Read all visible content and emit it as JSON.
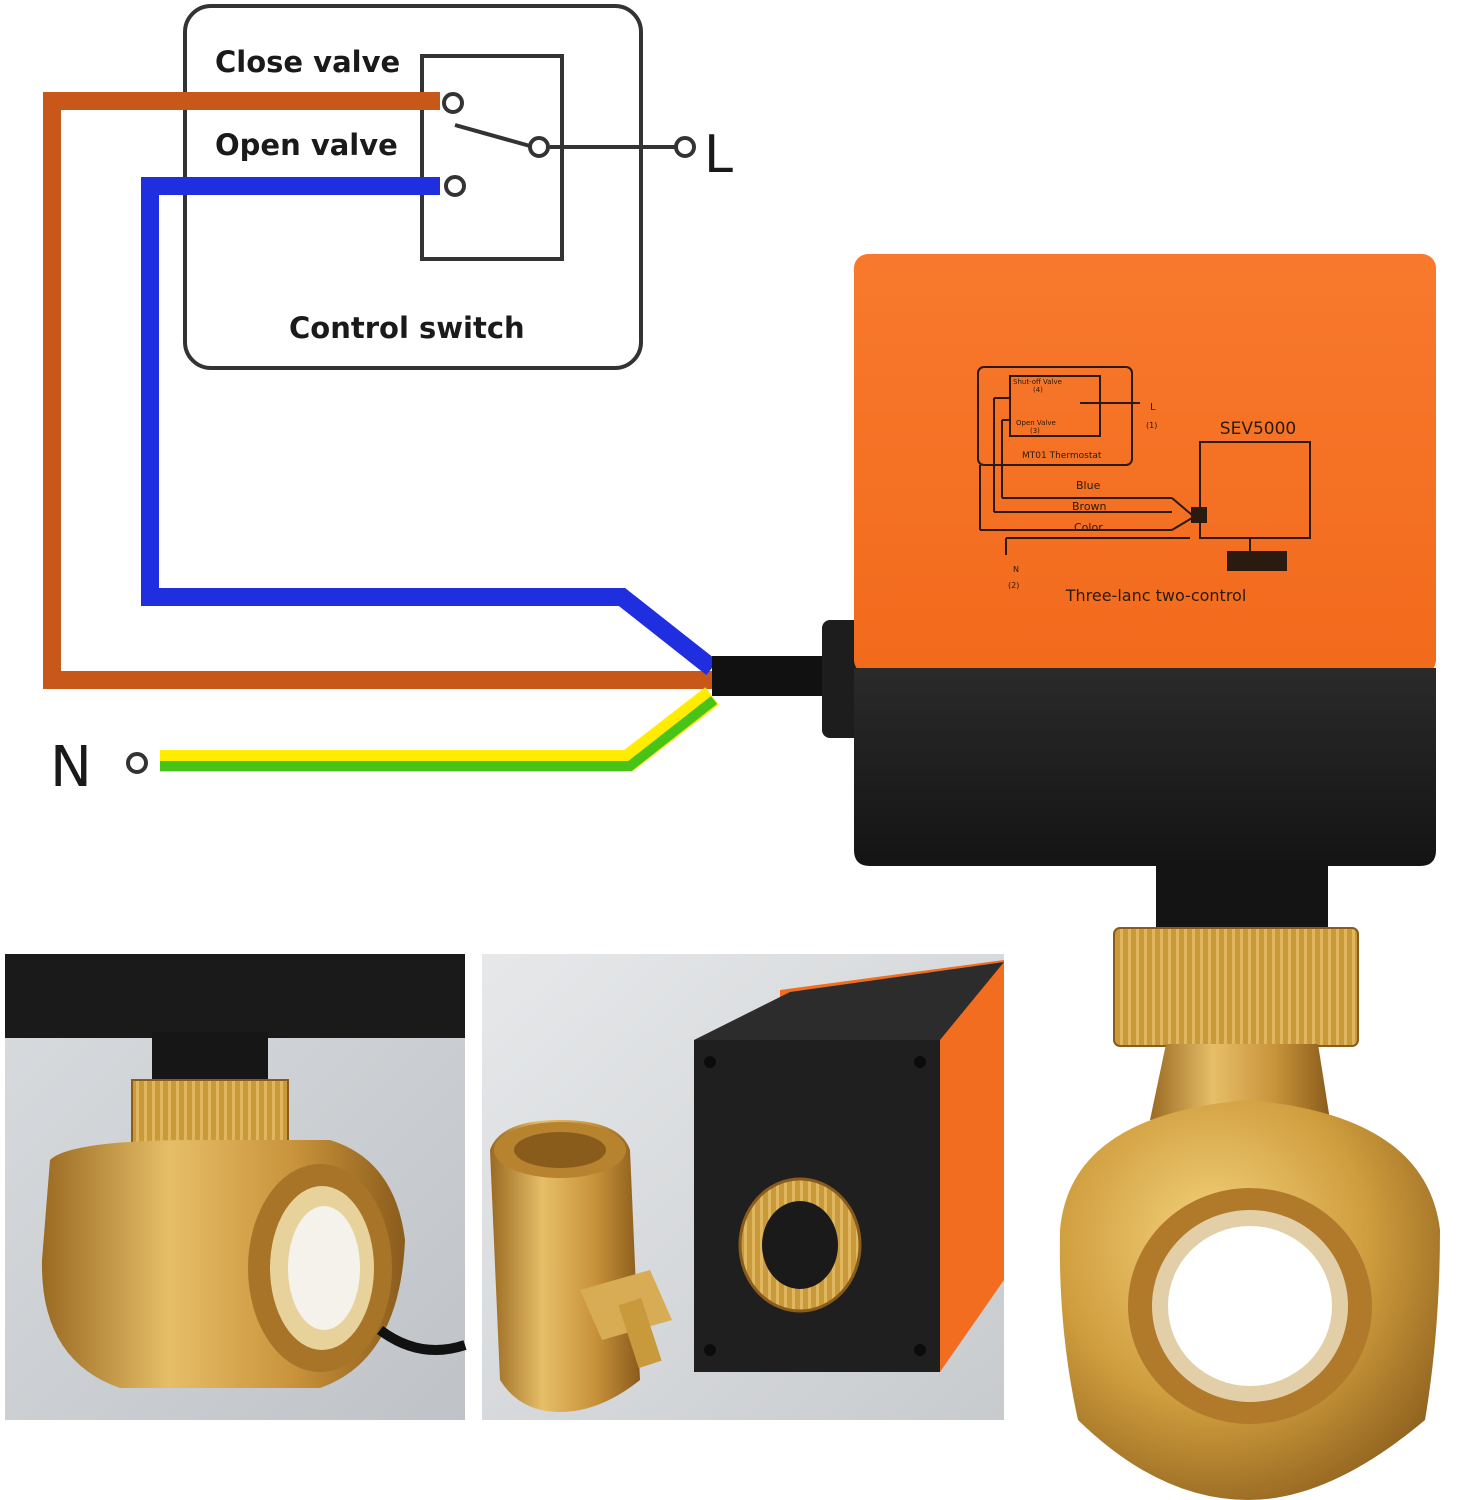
{
  "diagram": {
    "switch_box": {
      "close_label": "Close valve",
      "open_label": "Open valve",
      "title": "Control switch"
    },
    "terminals": {
      "line": "L",
      "neutral": "N"
    },
    "wire_colors": {
      "close": "#c8581a",
      "open": "#1f2fe0",
      "neutral_yellow": "#ffec00",
      "neutral_green": "#47c417",
      "frame": "#333333"
    }
  },
  "actuator": {
    "model": "SEV5000",
    "mini_diagram": {
      "top_label": "Shut-off Valve",
      "top_num": "(4)",
      "mid_label": "Open Valve",
      "mid_num": "(3)",
      "thermostat": "MT01 Thermostat",
      "l_label": "L",
      "l_num": "(1)",
      "n_label": "N",
      "n_num": "(2)",
      "wire_blue": "Blue",
      "wire_brown": "Brown",
      "wire_color": "Color"
    },
    "caption": "Three-lanc two-control",
    "colors": {
      "orange": "#f7772b",
      "black": "#1c1c1c",
      "brass": "#c99a3c"
    }
  },
  "photos": {
    "left": {},
    "middle": {}
  }
}
